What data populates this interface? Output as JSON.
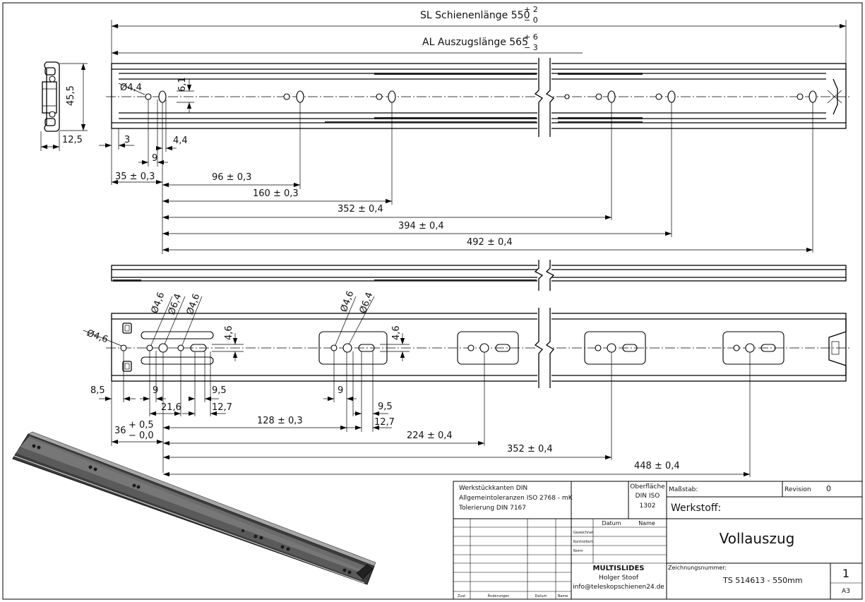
{
  "top_view": {
    "sl_label": "SL Schienenlänge 550",
    "sl_tol_plus": "+ 2",
    "sl_tol_minus": "− 0",
    "al_label": "AL Auszugslänge 565",
    "al_tol_plus": "+ 6",
    "al_tol_minus": "− 3",
    "dia_hole": "Ø4,4",
    "dim_6_1": "6,1",
    "dim_3": "3",
    "dim_9": "9",
    "dim_4_4": "4,4",
    "dim_35": "35 ± 0,3",
    "dim_96": "96 ± 0,3",
    "dim_160": "160 ± 0,3",
    "dim_352": "352 ± 0,4",
    "dim_394": "394 ± 0,4",
    "dim_492": "492 ± 0,4"
  },
  "side_view": {
    "dim_45_5": "45,5",
    "dim_12_5": "12,5"
  },
  "bottom_view": {
    "dia_left": "Ø4,6",
    "dia_a1": "Ø4,6",
    "dia_a2": "Ø6,4",
    "dia_a3": "Ø4,6",
    "dia_b1": "Ø4,6",
    "dia_b2": "Ø6,4",
    "dim_4_6_a": "4,6",
    "dim_4_6_b": "4,6",
    "dim_8_5": "8,5",
    "dim_9_a": "9",
    "dim_21_6": "21,6",
    "dim_9_5_a": "9,5",
    "dim_12_7_a": "12,7",
    "dim_9_b": "9",
    "dim_9_5_b": "9,5",
    "dim_12_7_b": "12,7",
    "dim_36": "36",
    "dim_36_plus": "+ 0,5",
    "dim_36_minus": "− 0,0",
    "dim_128": "128 ± 0,3",
    "dim_224": "224 ± 0,4",
    "dim_352": "352 ± 0,4",
    "dim_448": "448 ± 0,4"
  },
  "title_block": {
    "notes_line1": "Werkstückkanten DIN",
    "notes_line2": "Allgemeintoleranzen ISO 2768 - mK",
    "notes_line3": "Tolerierung DIN 7167",
    "surface_label": "Oberfläche",
    "surface_std": "DIN ISO",
    "surface_num": "1302",
    "scale_label": "Maßstab:",
    "revision_label": "Revision",
    "revision_value": "0",
    "material_label": "Werkstoff:",
    "date_header": "Datum",
    "name_header": "Name",
    "row_drawn": "Gezeichnet",
    "row_checked": "Kontrolliert",
    "row_norm": "Norm",
    "title": "Vollauszug",
    "company": "MULTISLIDES",
    "person": "Holger Stoof",
    "email": "info@teleskopschienen24.de",
    "drawing_no_label": "Zeichnungsnummer:",
    "drawing_no": "TS 514613 - 550mm",
    "sheet": "1",
    "format": "A3",
    "footer_zust": "Zust",
    "footer_changes": "Änderungen",
    "footer_date": "Datum",
    "footer_name": "Name"
  },
  "colors": {
    "line": "#000000",
    "background": "#ffffff"
  }
}
